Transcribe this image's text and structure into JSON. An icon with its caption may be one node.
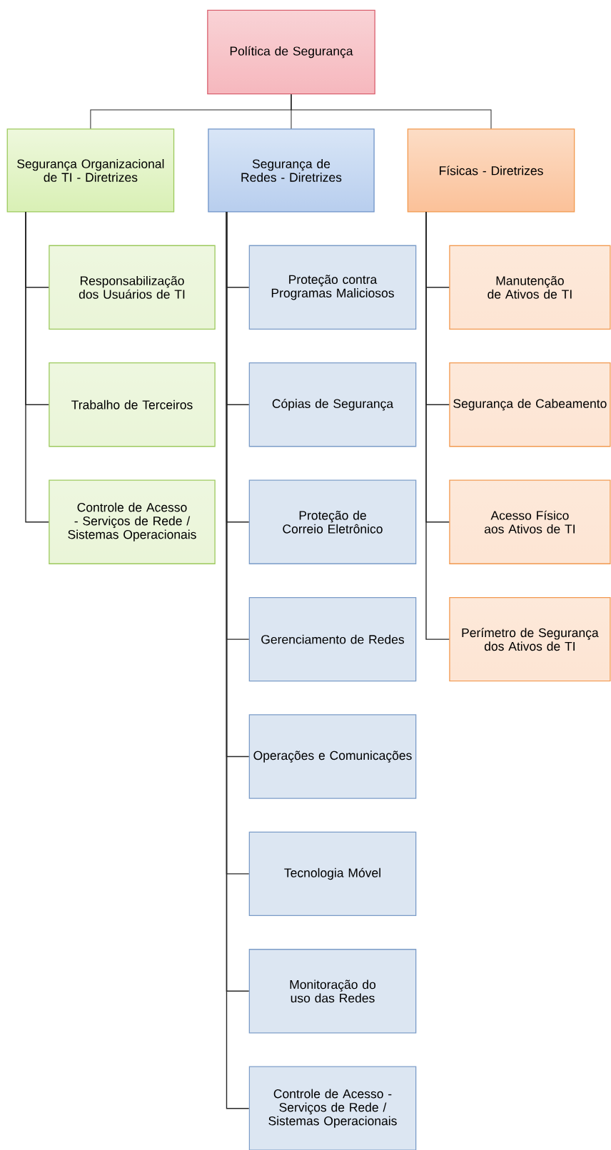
{
  "diagram": {
    "nodes": [
      {
        "text": [
          "Política de Segurança"
        ]
      },
      {
        "text": [
          "Segurança Organizacional de TI - Diretrizes"
        ]
      },
      {
        "text": [
          "Segurança de Redes - Diretrizes"
        ]
      },
      {
        "text": [
          "Físicas - Diretrizes"
        ]
      },
      {
        "text": [
          "Responsabilização dos Usuários de TI"
        ]
      },
      {
        "text": [
          "Trabalho de Terceiros"
        ]
      },
      {
        "text": [
          "Controle de Acesso - Serviços de Rede / Sistemas Operacionais"
        ]
      },
      {
        "text": [
          "Proteção contra Programas Maliciosos"
        ]
      },
      {
        "text": [
          "Cópias de Segurança"
        ]
      },
      {
        "text": [
          "Proteção de Correio Eletrônico"
        ]
      },
      {
        "text": [
          "Gerenciamento de Redes"
        ]
      },
      {
        "text": [
          "Operações e Comunicações"
        ]
      },
      {
        "text": [
          "Tecnologia Móvel"
        ]
      },
      {
        "text": [
          "Monitoração do uso das Redes"
        ]
      },
      {
        "text": [
          "Controle de Acesso - Serviços de Rede / Sistemas Operacionais"
        ]
      },
      {
        "text": [
          "Manutenção de Ativos de TI"
        ]
      },
      {
        "text": [
          "Segurança de Cabeamento"
        ]
      },
      {
        "text": [
          "Acesso Físico aos Ativos de TI"
        ]
      },
      {
        "text": [
          "Perímetro de Segurança dos Ativos de TI"
        ]
      }
    ],
    "edges": [
      {
        "from": 0,
        "to": 1,
        "arrow": "none"
      },
      {
        "from": 0,
        "to": 2,
        "arrow": "none"
      },
      {
        "from": 0,
        "to": 3,
        "arrow": "none"
      },
      {
        "from": 1,
        "to": 4,
        "arrow": "none"
      },
      {
        "from": 1,
        "to": 5,
        "arrow": "none"
      },
      {
        "from": 1,
        "to": 6,
        "arrow": "none"
      },
      {
        "from": 2,
        "to": 7,
        "arrow": "none"
      },
      {
        "from": 2,
        "to": 8,
        "arrow": "none"
      },
      {
        "from": 2,
        "to": 9,
        "arrow": "none"
      },
      {
        "from": 2,
        "to": 10,
        "arrow": "none"
      },
      {
        "from": 2,
        "to": 11,
        "arrow": "none"
      },
      {
        "from": 2,
        "to": 12,
        "arrow": "none"
      },
      {
        "from": 2,
        "to": 13,
        "arrow": "none"
      },
      {
        "from": 2,
        "to": 14,
        "arrow": "none"
      },
      {
        "from": 3,
        "to": 15,
        "arrow": "none"
      },
      {
        "from": 3,
        "to": 16,
        "arrow": "none"
      },
      {
        "from": 3,
        "to": 17,
        "arrow": "none"
      },
      {
        "from": 3,
        "to": 18,
        "arrow": "none"
      }
    ]
  }
}
